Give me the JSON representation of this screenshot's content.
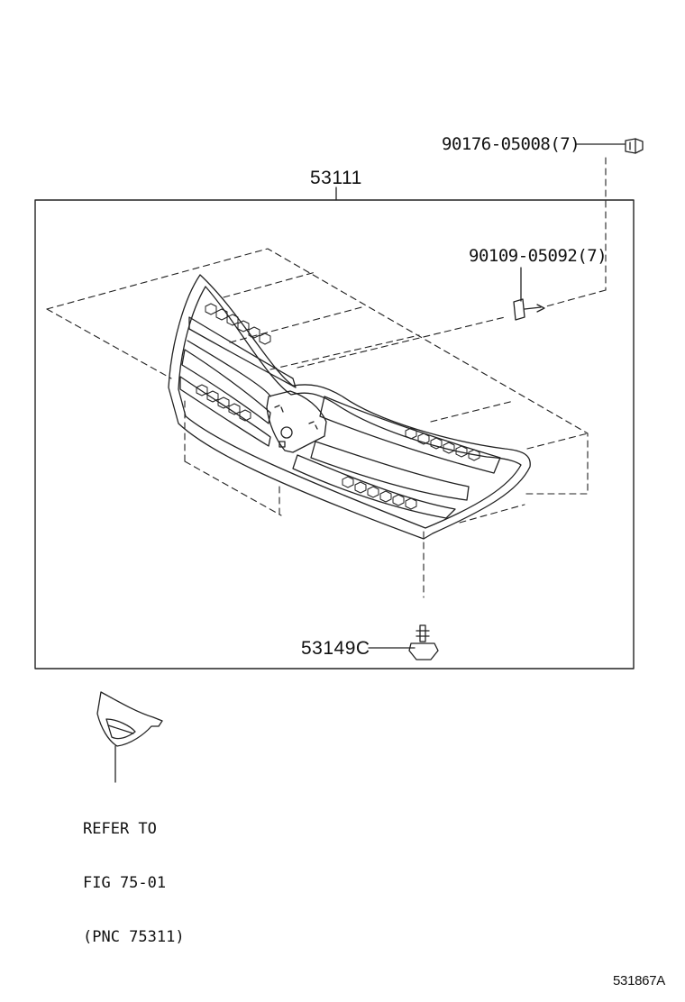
{
  "callouts": {
    "grille_assembly": "53111",
    "bolt": "90176-05008(7)",
    "clip": "90109-05092(7)",
    "retainer": "53149C"
  },
  "reference_note": {
    "line1": "REFER TO",
    "line2": "FIG 75-01",
    "line3": "(PNC 75311)"
  },
  "illustration_code": "531867A"
}
